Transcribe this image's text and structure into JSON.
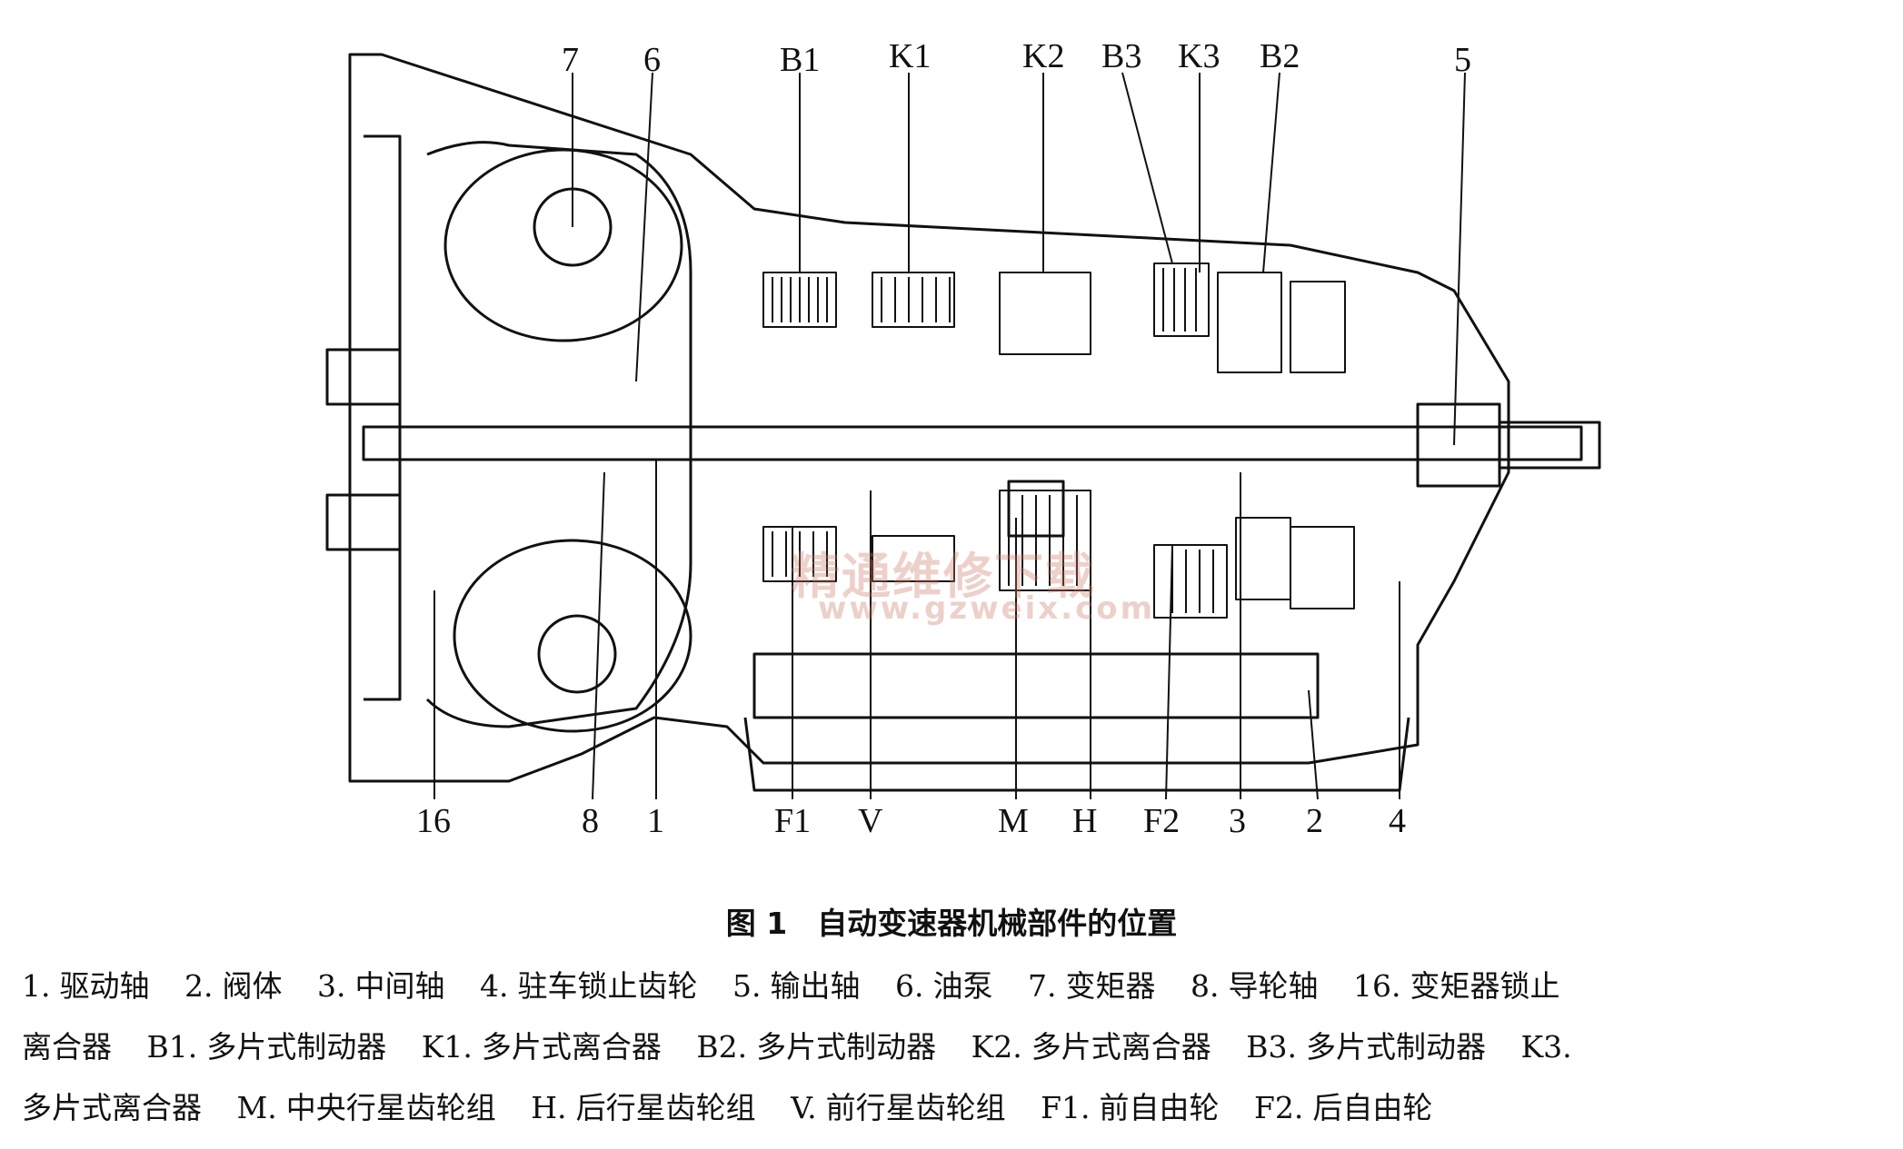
{
  "figure": {
    "callouts_top": [
      "7",
      "6",
      "B1",
      "K1",
      "K2",
      "B3",
      "K3",
      "B2",
      "5"
    ],
    "callouts_bottom": [
      "16",
      "8",
      "1",
      "F1",
      "V",
      "M",
      "H",
      "F2",
      "3",
      "2",
      "4"
    ],
    "watermark": "精通维修下载",
    "watermark_url": "www.gzweix.com"
  },
  "caption": {
    "title": "图 1　自动变速器机械部件的位置",
    "legend_lines": [
      [
        {
          "key": "1.",
          "text": "驱动轴"
        },
        {
          "key": "2.",
          "text": "阀体"
        },
        {
          "key": "3.",
          "text": "中间轴"
        },
        {
          "key": "4.",
          "text": "驻车锁止齿轮"
        },
        {
          "key": "5.",
          "text": "输出轴"
        },
        {
          "key": "6.",
          "text": "油泵"
        },
        {
          "key": "7.",
          "text": "变矩器"
        },
        {
          "key": "8.",
          "text": "导轮轴"
        },
        {
          "key": "16.",
          "text": "变矩器锁止"
        }
      ],
      [
        {
          "key": "",
          "text": "离合器"
        },
        {
          "key": "B1.",
          "text": "多片式制动器"
        },
        {
          "key": "K1.",
          "text": "多片式离合器"
        },
        {
          "key": "B2.",
          "text": "多片式制动器"
        },
        {
          "key": "K2.",
          "text": "多片式离合器"
        },
        {
          "key": "B3.",
          "text": "多片式制动器"
        },
        {
          "key": "K3.",
          "text": ""
        }
      ],
      [
        {
          "key": "",
          "text": "多片式离合器"
        },
        {
          "key": "M.",
          "text": "中央行星齿轮组"
        },
        {
          "key": "H.",
          "text": "后行星齿轮组"
        },
        {
          "key": "V.",
          "text": "前行星齿轮组"
        },
        {
          "key": "F1.",
          "text": "前自由轮"
        },
        {
          "key": "F2.",
          "text": "后自由轮"
        }
      ]
    ]
  }
}
